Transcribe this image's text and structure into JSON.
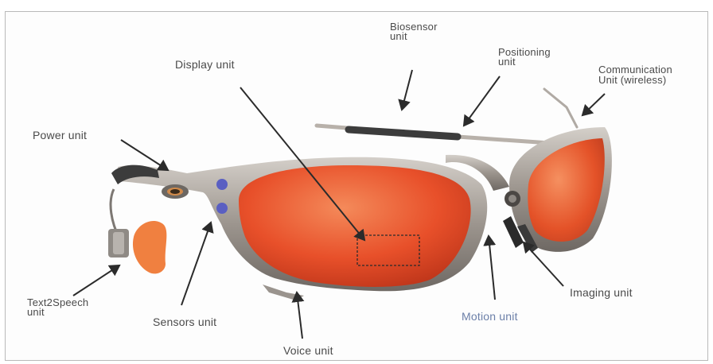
{
  "labels": {
    "biosensor_1": "Biosensor",
    "biosensor_2": "unit",
    "positioning_1": "Positioning",
    "positioning_2": "unit",
    "communication_1": "Communication",
    "communication_2": "Unit (wireless)",
    "display": "Display unit",
    "power": "Power unit",
    "text2speech_1": "Text2Speech",
    "text2speech_2": "unit",
    "sensors": "Sensors unit",
    "voice": "Voice unit",
    "motion": "Motion unit",
    "imaging": "Imaging unit"
  },
  "colors": {
    "lens": "#e8502a",
    "frame_metal": "#a49d96",
    "arrow": "#2b2b2b",
    "motion_label": "#6b7fa8",
    "sensor_dot": "#5a5fc2",
    "earpiece": "#f08040"
  }
}
